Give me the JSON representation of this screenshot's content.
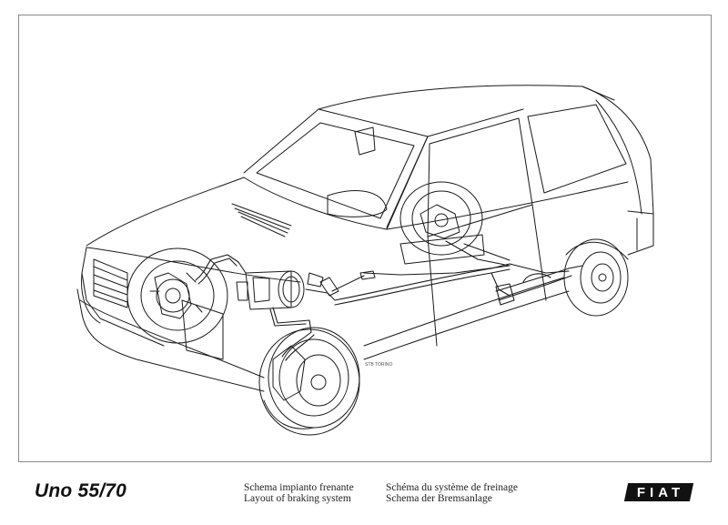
{
  "footer": {
    "model": "Uno 55/70",
    "captions": {
      "it": "Schema impianto frenante",
      "en": "Layout of braking system",
      "fr": "Schéma du système de freinage",
      "de": "Schema der Bremsanlage"
    },
    "brand": "FIAT"
  },
  "drawing": {
    "signature": "STB TORINO"
  },
  "colors": {
    "line": "#1a1a1a",
    "frame": "#8a8a8a",
    "paper": "#ffffff"
  }
}
